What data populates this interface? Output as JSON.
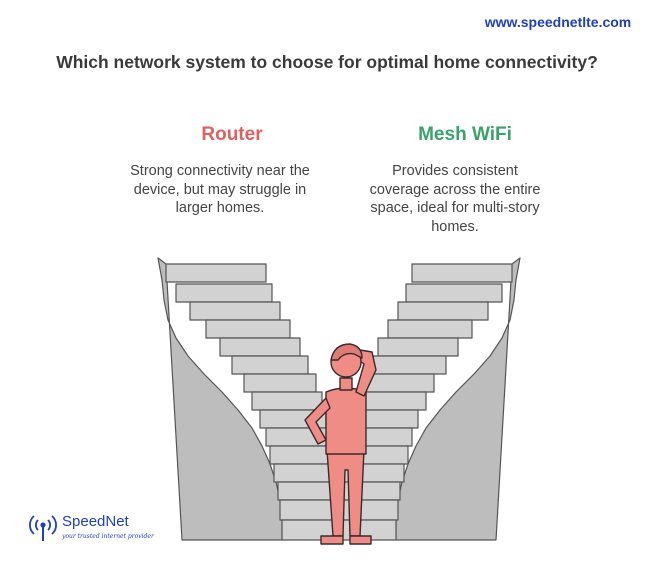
{
  "header": {
    "website": "www.speednetlte.com",
    "title": "Which network system to choose for optimal home connectivity?"
  },
  "options": [
    {
      "name": "Router",
      "description": "Strong connectivity near the device, but may struggle in larger homes.",
      "color": "#e06060"
    },
    {
      "name": "Mesh WiFi",
      "description": "Provides consistent coverage across the entire space, ideal for multi-story homes.",
      "color": "#39a36b"
    }
  ],
  "illustration": {
    "icons": [
      "staircase-left",
      "staircase-right",
      "confused-person"
    ],
    "colors": {
      "stairs": "#cfcfcf",
      "stairs_outline": "#555555",
      "person": "#f08c86"
    }
  },
  "brand": {
    "name": "SpeedNet",
    "tagline": "your trusted internet provider",
    "color": "#1f3fbf"
  }
}
